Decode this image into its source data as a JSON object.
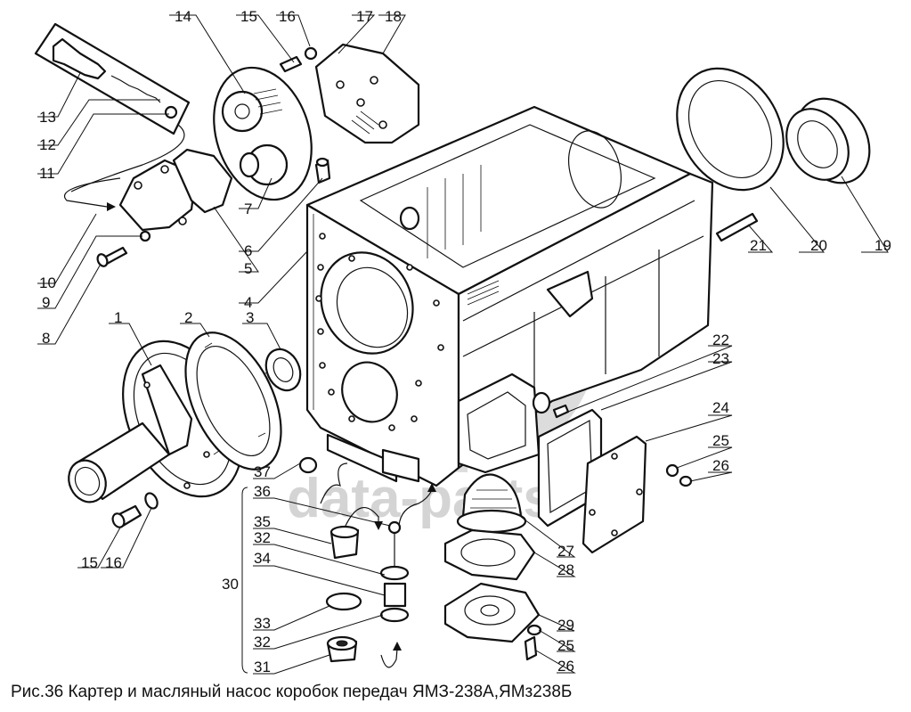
{
  "caption": "Рис.36 Картер и масляный насос коробок передач ЯМЗ-238А,ЯМз238Б",
  "watermark": {
    "text": "data-parts",
    "logo": "dp-logo",
    "color": "#d4d4d4"
  },
  "callouts": [
    {
      "id": "c1",
      "text": "1"
    },
    {
      "id": "c2",
      "text": "2"
    },
    {
      "id": "c3",
      "text": "3"
    },
    {
      "id": "c4",
      "text": "4"
    },
    {
      "id": "c5",
      "text": "5"
    },
    {
      "id": "c6",
      "text": "6"
    },
    {
      "id": "c7",
      "text": "7"
    },
    {
      "id": "c8",
      "text": "8"
    },
    {
      "id": "c9",
      "text": "9"
    },
    {
      "id": "c10",
      "text": "10"
    },
    {
      "id": "c11",
      "text": "11"
    },
    {
      "id": "c12",
      "text": "12"
    },
    {
      "id": "c13",
      "text": "13"
    },
    {
      "id": "c14",
      "text": "14"
    },
    {
      "id": "c15",
      "text": "15"
    },
    {
      "id": "c16",
      "text": "16"
    },
    {
      "id": "c17",
      "text": "17"
    },
    {
      "id": "c18",
      "text": "18"
    },
    {
      "id": "c19",
      "text": "19"
    },
    {
      "id": "c20",
      "text": "20"
    },
    {
      "id": "c21",
      "text": "21"
    },
    {
      "id": "c22",
      "text": "22"
    },
    {
      "id": "c23",
      "text": "23"
    },
    {
      "id": "c24",
      "text": "24"
    },
    {
      "id": "c25a",
      "text": "25"
    },
    {
      "id": "c26a",
      "text": "26"
    },
    {
      "id": "c27",
      "text": "27"
    },
    {
      "id": "c28",
      "text": "28"
    },
    {
      "id": "c29",
      "text": "29"
    },
    {
      "id": "c25b",
      "text": "25"
    },
    {
      "id": "c26b",
      "text": "26"
    },
    {
      "id": "c15b",
      "text": "15"
    },
    {
      "id": "c16b",
      "text": "16"
    },
    {
      "id": "c30",
      "text": "30"
    },
    {
      "id": "c31",
      "text": "31"
    },
    {
      "id": "c32a",
      "text": "32"
    },
    {
      "id": "c32b",
      "text": "32"
    },
    {
      "id": "c33",
      "text": "33"
    },
    {
      "id": "c34",
      "text": "34"
    },
    {
      "id": "c35",
      "text": "35"
    },
    {
      "id": "c36",
      "text": "36"
    },
    {
      "id": "c37",
      "text": "37"
    }
  ]
}
